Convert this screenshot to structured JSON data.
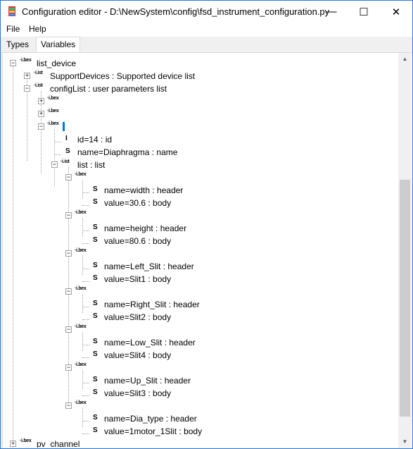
{
  "window": {
    "title": "Configuration editor - D:\\NewSystem\\config\\fsd_instrument_configuration.py",
    "min_glyph": "—",
    "max_glyph": "☐",
    "close_glyph": "✕"
  },
  "menu": {
    "file": "File",
    "help": "Help"
  },
  "tabs": {
    "types": "Types",
    "variables": "Variables"
  },
  "icons": {
    "list_dev": "·i.bex",
    "list": "·i.ist",
    "int": "I",
    "str": "S"
  },
  "tree": {
    "root": "list_device",
    "support": "SupportDevices : Supported device list",
    "configlist": "configList : user parameters list",
    "id": "id=14 : id",
    "name": "name=Diaphragma : name",
    "list": "list : list",
    "items": [
      {
        "header": "name=width : header",
        "body": "value=30.6 : body"
      },
      {
        "header": "name=height : header",
        "body": "value=80.6 : body"
      },
      {
        "header": "name=Left_Slit : header",
        "body": "value=Slit1 : body"
      },
      {
        "header": "name=Right_Slit : header",
        "body": "value=Slit2 : body"
      },
      {
        "header": "name=Low_Slit : header",
        "body": "value=Slit4 : body"
      },
      {
        "header": "name=Up_Slit : header",
        "body": "value=Slit3 : body"
      },
      {
        "header": "name=Dia_type : header",
        "body": "value=1motor_1Slit : body"
      }
    ],
    "pv_channel": "pv_channel"
  },
  "scrollbar": {
    "up_arrow": "▲",
    "down_arrow": "▼"
  }
}
